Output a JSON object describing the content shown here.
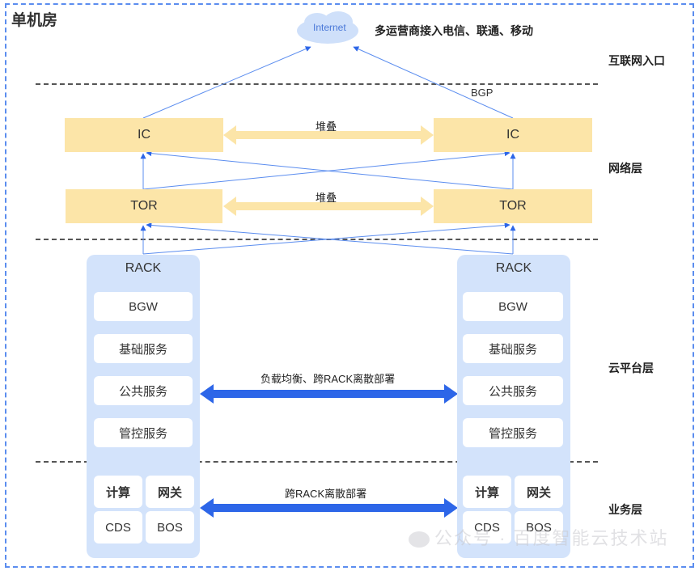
{
  "title": "单机房",
  "internet": {
    "label": "Internet",
    "note": "多运营商接入电信、联通、移动",
    "bgp_label": "BGP"
  },
  "layers": {
    "internet_entry": "互联网入口",
    "network": "网络层",
    "cloud_platform": "云平台层",
    "business": "业务层"
  },
  "network": {
    "ic_left": "IC",
    "ic_right": "IC",
    "tor_left": "TOR",
    "tor_right": "TOR",
    "ic_stack_label": "堆叠",
    "tor_stack_label": "堆叠"
  },
  "racks": [
    {
      "title": "RACK",
      "platform_services": [
        "BGW",
        "基础服务",
        "公共服务",
        "管控服务"
      ],
      "business_services": [
        "计算",
        "网关",
        "CDS",
        "BOS"
      ]
    },
    {
      "title": "RACK",
      "platform_services": [
        "BGW",
        "基础服务",
        "公共服务",
        "管控服务"
      ],
      "business_services": [
        "计算",
        "网关",
        "CDS",
        "BOS"
      ]
    }
  ],
  "links": {
    "platform_label": "负载均衡、跨RACK离散部署",
    "business_label": "跨RACK离散部署"
  },
  "watermark": "公众号 · 百度智能云技术站",
  "colors": {
    "frame": "#5b8def",
    "network_box": "#fce5a8",
    "rack_bg": "#d3e3fb",
    "link_blue": "#2d66e8",
    "thin_line": "#5b8def",
    "cloud": "#cfe0fa"
  }
}
